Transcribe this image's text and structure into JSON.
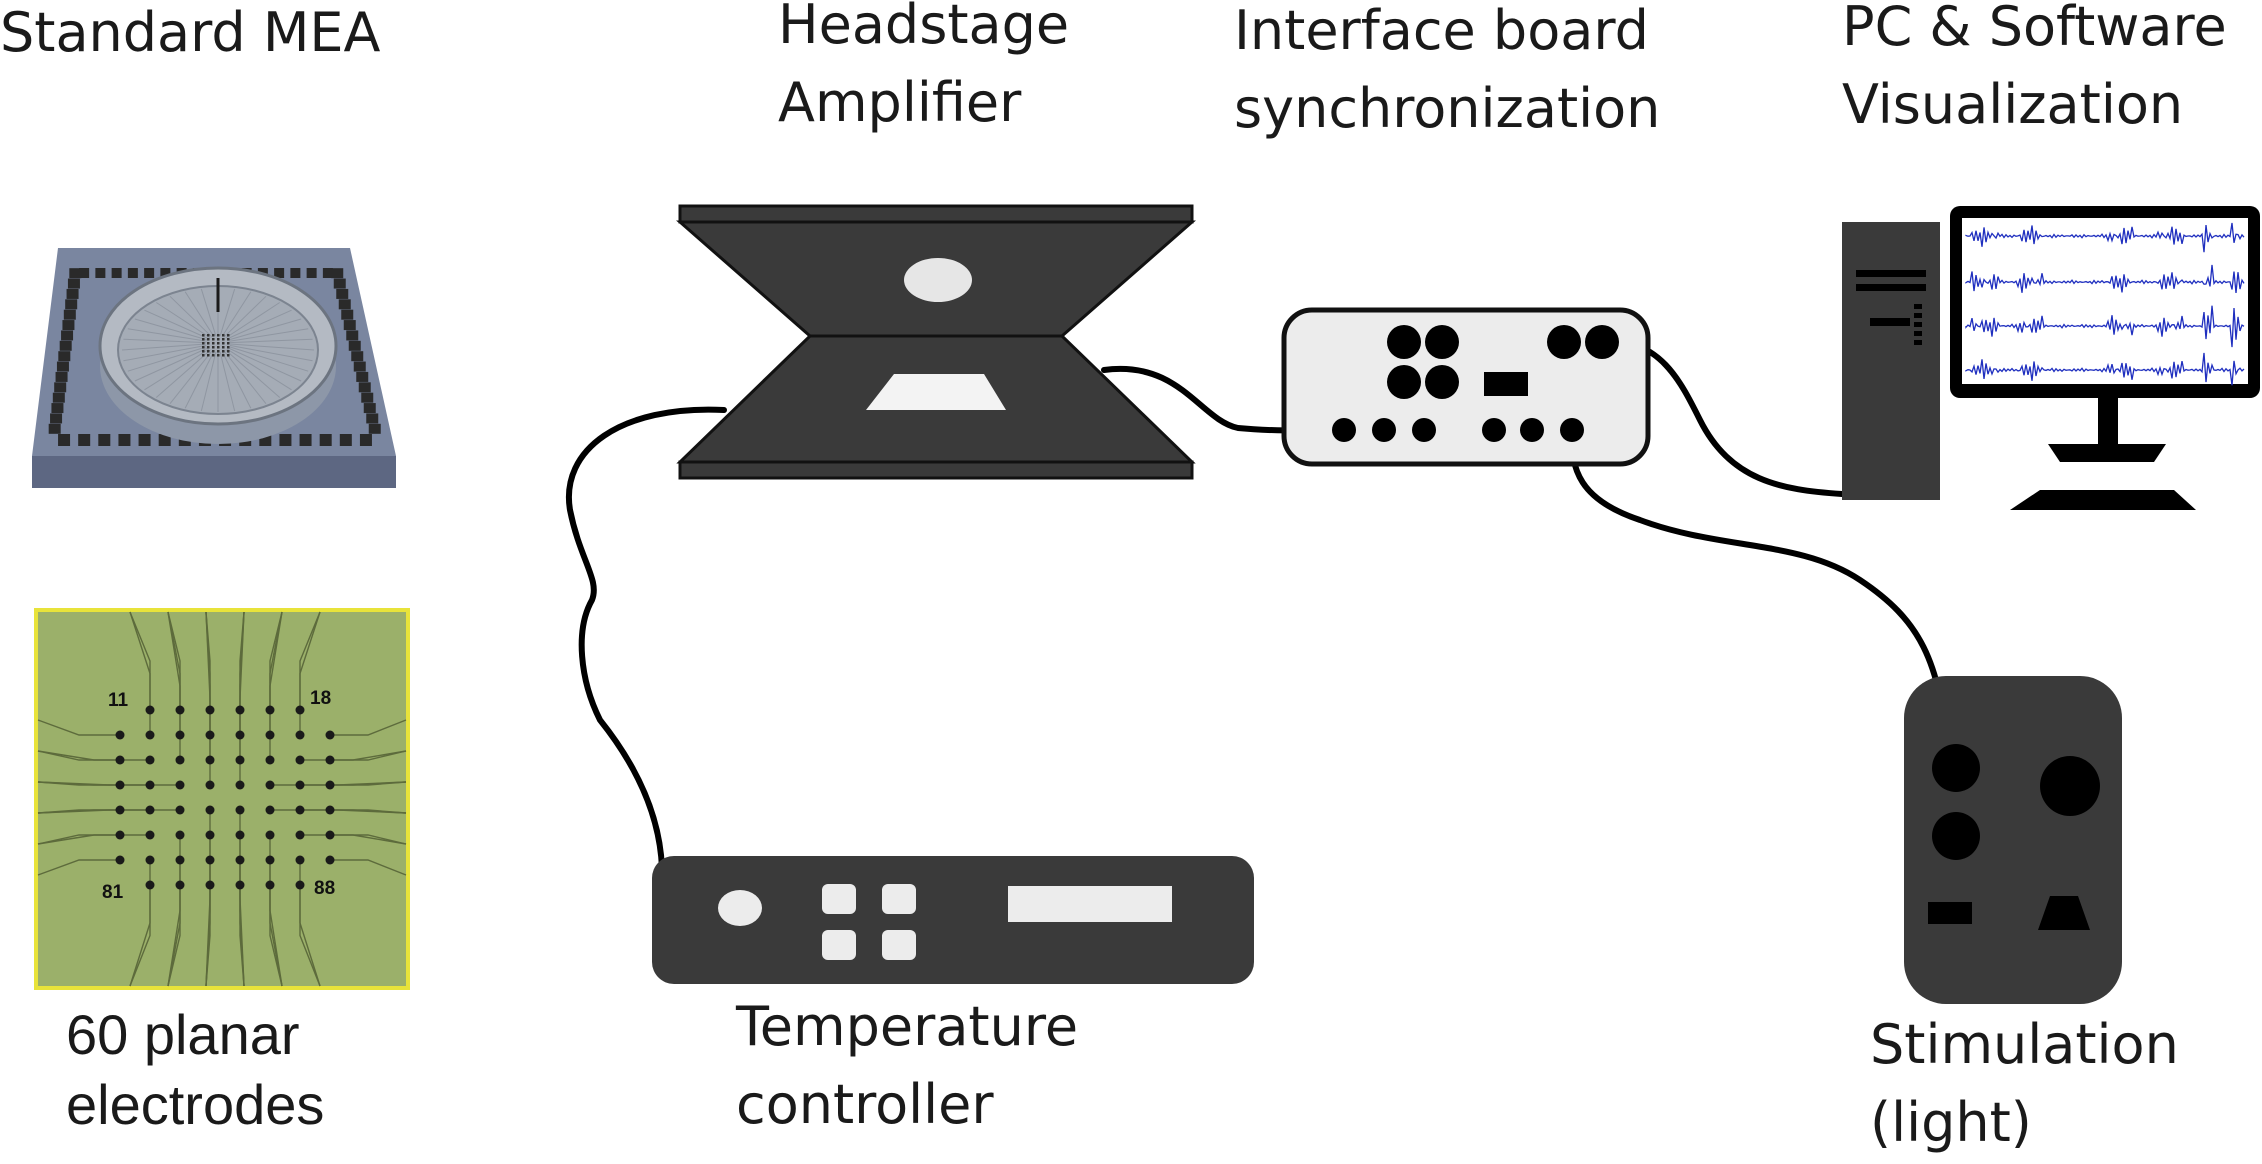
{
  "labels": {
    "mea": "Standard MEA",
    "headstage_line1": "Headstage",
    "headstage_line2": "Amplifier",
    "interface_line1": "Interface board",
    "interface_line2": "synchronization",
    "pc_line1": "PC & Software",
    "pc_line2": "Visualization",
    "electrodes_line1": "60 planar",
    "electrodes_line2": "electrodes",
    "temperature_line1": "Temperature",
    "temperature_line2": "controller",
    "stimulation_line1": "Stimulation",
    "stimulation_line2": "(light)"
  },
  "electrode_grid": {
    "corner_labels": [
      "11",
      "18",
      "81",
      "88"
    ],
    "rows": 8,
    "cols": 8,
    "electrode_count": 60
  },
  "colors": {
    "device_dark": "#3a3a3a",
    "interface_fill": "#ececec",
    "mea_base": "#7a86a0",
    "electrode_panel": "#9bb06a",
    "electrode_panel_border": "#e8e33a",
    "waveform": "#1f2fbf"
  }
}
